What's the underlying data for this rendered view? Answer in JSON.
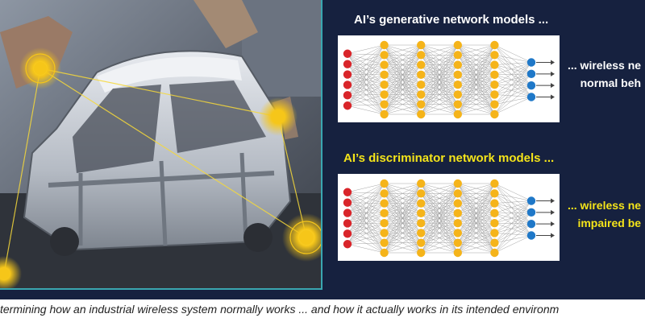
{
  "generative": {
    "title": "AI’s generative network models ...",
    "side_line1": "... wireless ne",
    "side_line2": "normal beh"
  },
  "discriminator": {
    "title": "AI’s discriminator network models ...",
    "side_line1": "... wireless ne",
    "side_line2": "impaired be"
  },
  "caption": "termining how an industrial wireless system normally works ... and how it actually works in its intended environm",
  "network_layers": [
    {
      "role": "input",
      "nodes": 6,
      "color": "#d9252a"
    },
    {
      "role": "hidden",
      "nodes": 8,
      "color": "#f5b41a"
    },
    {
      "role": "hidden",
      "nodes": 8,
      "color": "#f5b41a"
    },
    {
      "role": "hidden",
      "nodes": 8,
      "color": "#f5b41a"
    },
    {
      "role": "hidden",
      "nodes": 8,
      "color": "#f5b41a"
    },
    {
      "role": "output",
      "nodes": 4,
      "color": "#1f78c8"
    }
  ],
  "colors": {
    "background": "#16213f",
    "accent_yellow": "#f4e41a",
    "frame": "#3aa6b0",
    "sensor": "#f6c619"
  },
  "icons": [
    "wireless-sensor-icon"
  ]
}
